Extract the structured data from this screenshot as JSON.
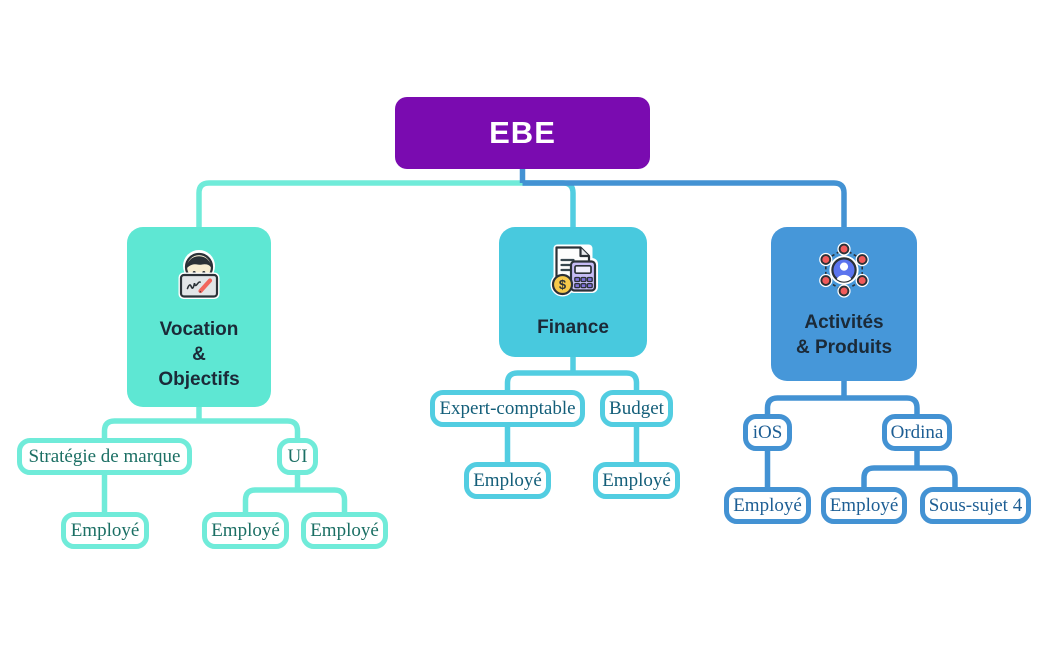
{
  "page": {
    "background": "#ffffff"
  },
  "diagram": {
    "type": "mind-map-org-chart",
    "node_label_color": "#1B2A38",
    "root": {
      "label": "EBE",
      "fill": "#7A0BB0",
      "text_color": "#FFFFFF"
    },
    "branches": [
      {
        "label_lines": [
          "Vocation",
          "&",
          "Objectifs"
        ],
        "label": "Vocation & Objectifs",
        "icon": "person-at-laptop-icon",
        "fill": "#5EE7D3",
        "line_color": "#70EBD9",
        "leaf_text_color": "#1B6F64",
        "children": [
          {
            "label": "Stratégie de marque",
            "children": [
              {
                "label": "Employé"
              }
            ]
          },
          {
            "label": "UI",
            "children": [
              {
                "label": "Employé"
              },
              {
                "label": "Employé"
              }
            ]
          }
        ]
      },
      {
        "label_lines": [
          "Finance"
        ],
        "label": "Finance",
        "icon": "invoice-calculator-coin-icon",
        "fill": "#48C9DE",
        "line_color": "#52CDE1",
        "leaf_text_color": "#135E79",
        "children": [
          {
            "label": "Expert-comptable",
            "children": [
              {
                "label": "Employé"
              }
            ]
          },
          {
            "label": "Budget",
            "children": [
              {
                "label": "Employé"
              }
            ]
          }
        ]
      },
      {
        "label_lines": [
          "Activités",
          "& Produits"
        ],
        "label": "Activités & Produits",
        "icon": "people-network-icon",
        "fill": "#4697D9",
        "line_color": "#4392D3",
        "leaf_text_color": "#1D5E94",
        "children": [
          {
            "label": "iOS",
            "children": [
              {
                "label": "Employé"
              }
            ]
          },
          {
            "label": "Ordina",
            "children": [
              {
                "label": "Employé"
              },
              {
                "label": "Sous-sujet 4"
              }
            ]
          }
        ]
      }
    ]
  }
}
